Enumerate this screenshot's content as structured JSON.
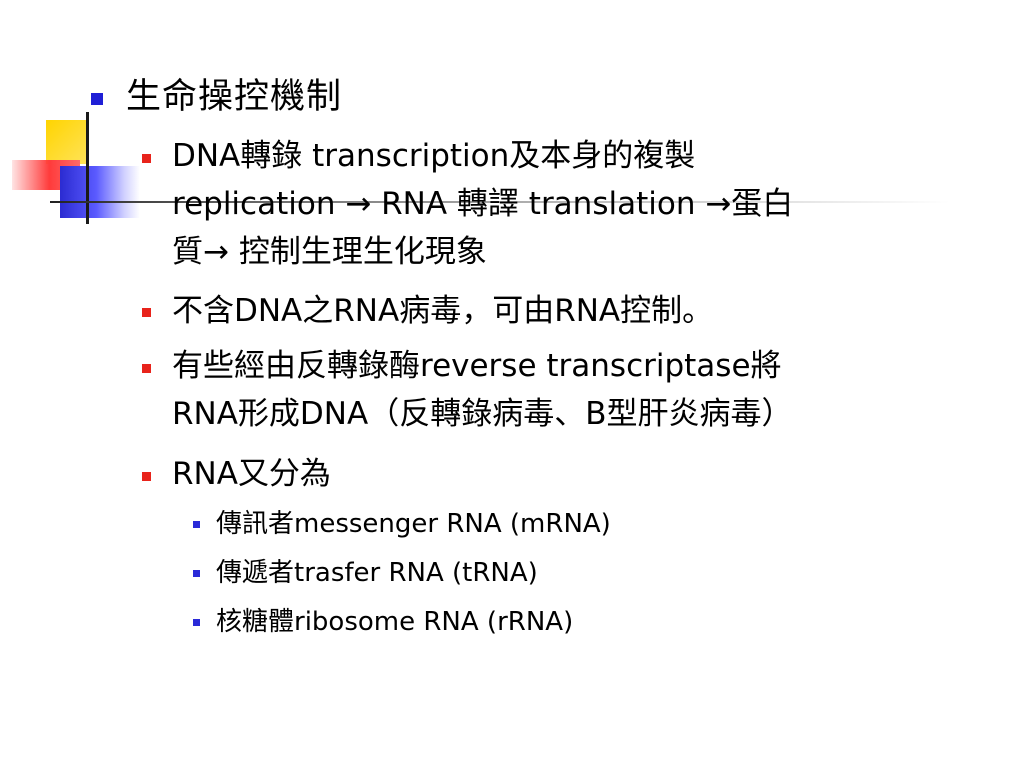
{
  "slide": {
    "title": "生命操控機制",
    "bullets": [
      {
        "line1": "DNA轉錄 transcription及本身的複製",
        "line2": "replication → RNA 轉譯 translation →蛋白",
        "line3": "質→ 控制生理生化現象"
      },
      {
        "line1": "不含DNA之RNA病毒，可由RNA控制。"
      },
      {
        "line1": "有些經由反轉錄酶reverse transcriptase將",
        "line2": "RNA形成DNA（反轉錄病毒、B型肝炎病毒）"
      },
      {
        "line1": "RNA又分為",
        "sub": [
          "傳訊者messenger RNA (mRNA)",
          "傳遞者trasfer RNA (tRNA)",
          "核糖體ribosome RNA (rRNA)"
        ]
      }
    ]
  },
  "colors": {
    "title_bullet": "#1f1fd6",
    "level1_bullet": "#e8231b",
    "level2_bullet": "#2a2ad8",
    "deco_yellow": "#ffd400",
    "deco_red": "#ff3b3b",
    "deco_blue": "#2b2bd1"
  }
}
